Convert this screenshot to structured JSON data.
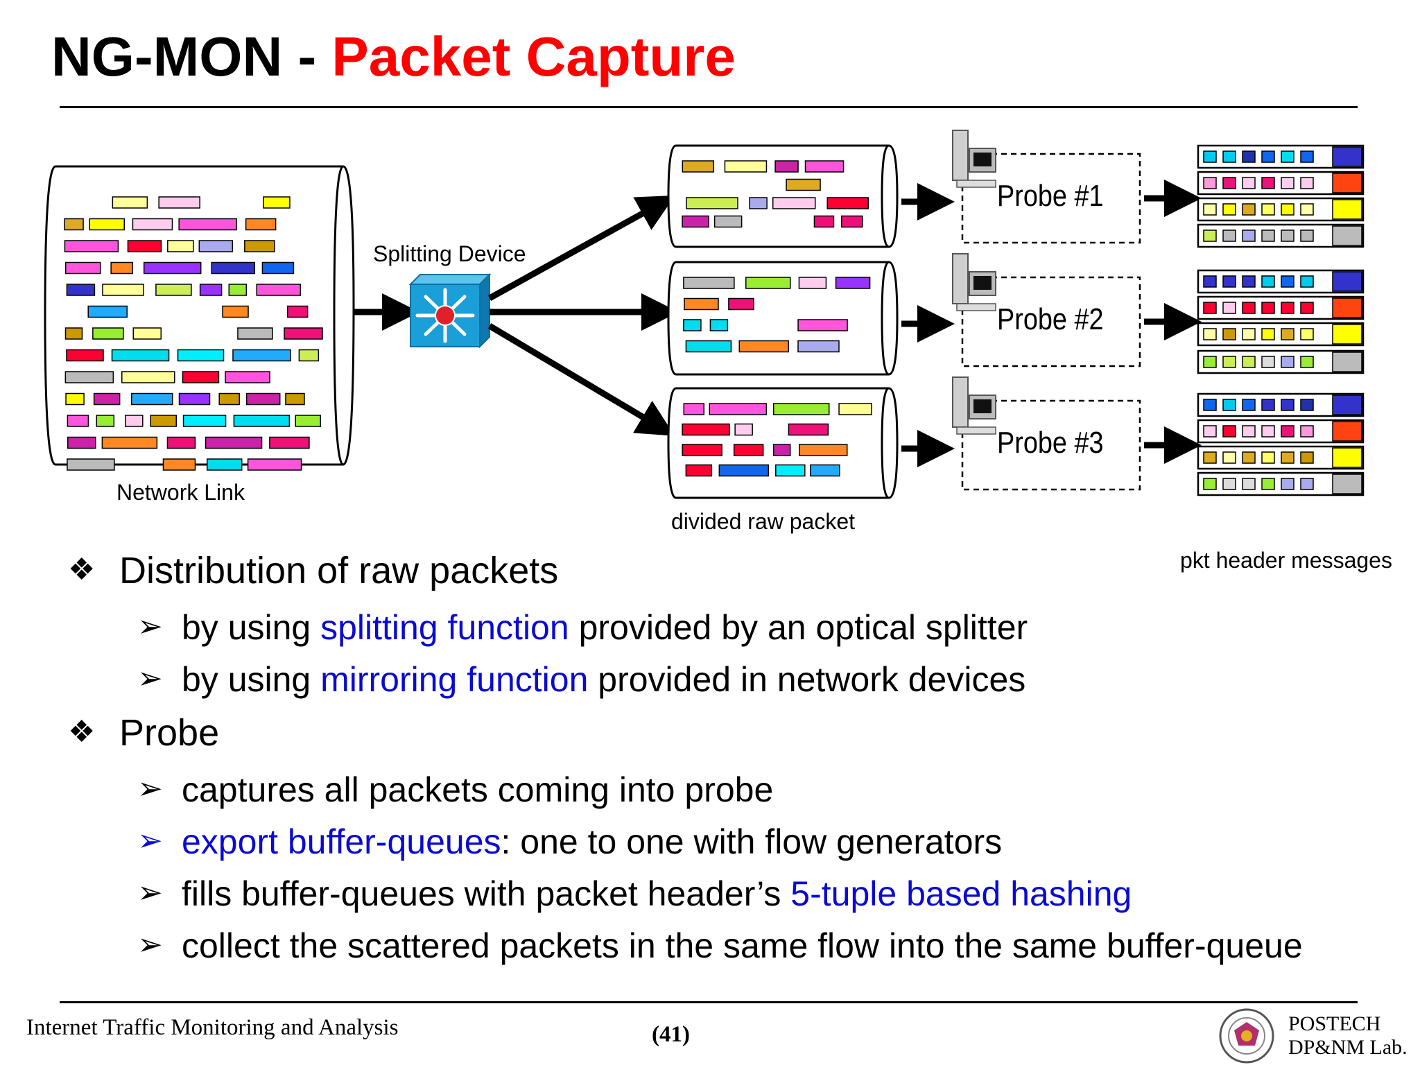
{
  "title": {
    "prefix": "NG-MON - ",
    "highlight": "Packet Capture"
  },
  "diagram": {
    "network_link_label": "Network Link",
    "splitting_device_label": "Splitting Device",
    "divided_label": "divided raw packet",
    "header_messages_label": "pkt header messages",
    "probes": [
      "Probe #1",
      "Probe #2",
      "Probe #3"
    ]
  },
  "bullets": [
    {
      "text": "Distribution of raw packets",
      "sub": [
        {
          "pre": "by using ",
          "hl": "splitting function",
          "post": " provided by an optical splitter"
        },
        {
          "pre": "by using ",
          "hl": "mirroring function",
          "post": " provided in network devices"
        }
      ]
    },
    {
      "text": "Probe",
      "sub": [
        {
          "pre": "captures all packets coming into probe",
          "hl": "",
          "post": ""
        },
        {
          "pre": "",
          "hl": "export buffer-queues",
          "post": ": one to one with flow generators"
        },
        {
          "pre": "fills buffer-queues with packet header’s ",
          "hl": "5-tuple based hashing",
          "post": ""
        },
        {
          "pre": "collect the scattered packets in the same flow into the same buffer-queue",
          "hl": "",
          "post": ""
        }
      ]
    }
  ],
  "footer": {
    "course": "Internet Traffic Monitoring and Analysis",
    "page": "(41)",
    "org_line1": "POSTECH",
    "org_line2": "DP&NM Lab."
  },
  "colors": {
    "title_highlight": "#ff0000",
    "highlight_text": "#0a0ad2",
    "switch": "#1a9fd8"
  }
}
